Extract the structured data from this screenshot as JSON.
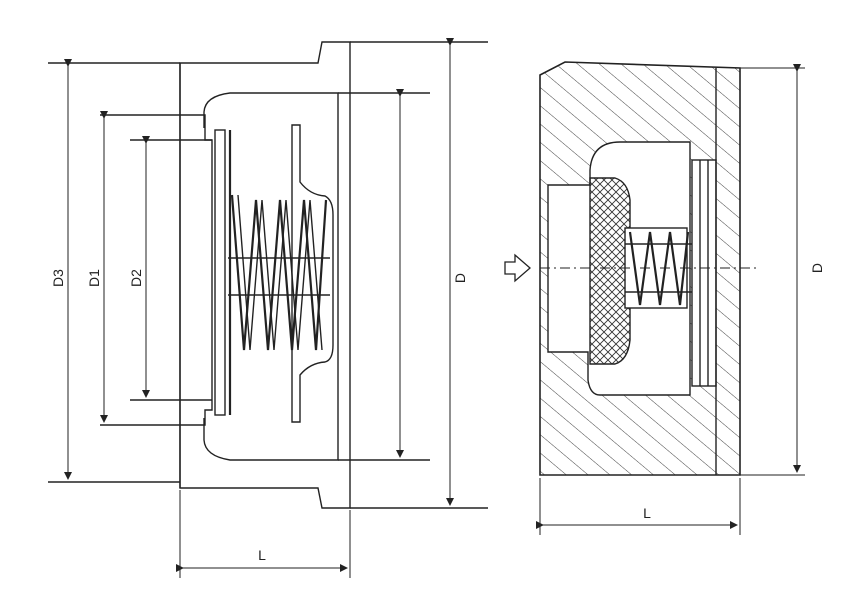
{
  "labels": {
    "left_D3": "D3",
    "left_D1": "D1",
    "left_D2": "D2",
    "left_D": "D",
    "left_L": "L",
    "right_D": "D",
    "right_L": "L"
  },
  "colors": {
    "line": "#222222",
    "hatch": "#444444",
    "background": "#ffffff"
  },
  "icons": {
    "flow_arrow": "flow-direction-arrow-icon"
  }
}
